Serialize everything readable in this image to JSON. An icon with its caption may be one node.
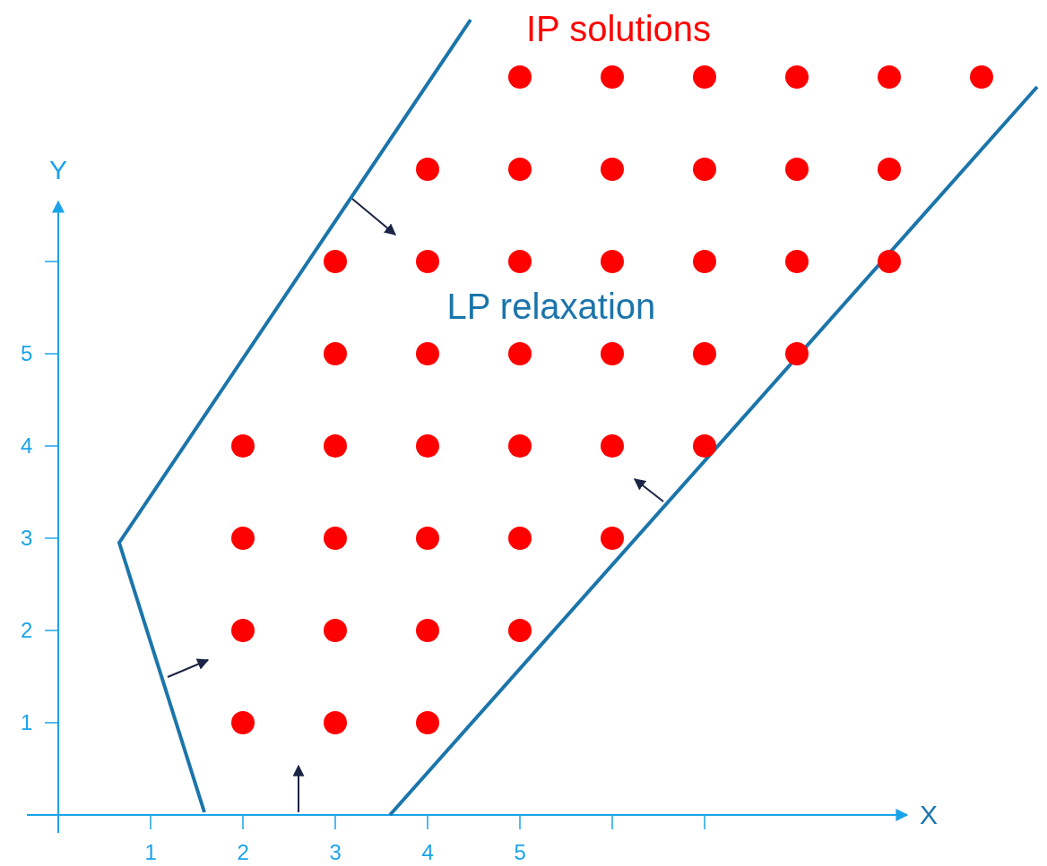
{
  "diagram": {
    "labels": [
      "IP solutions",
      "Y",
      "LP relaxation",
      "5",
      "4",
      "3",
      "2",
      "1",
      "X",
      "1",
      "2",
      "3",
      "4",
      "5"
    ]
  }
}
